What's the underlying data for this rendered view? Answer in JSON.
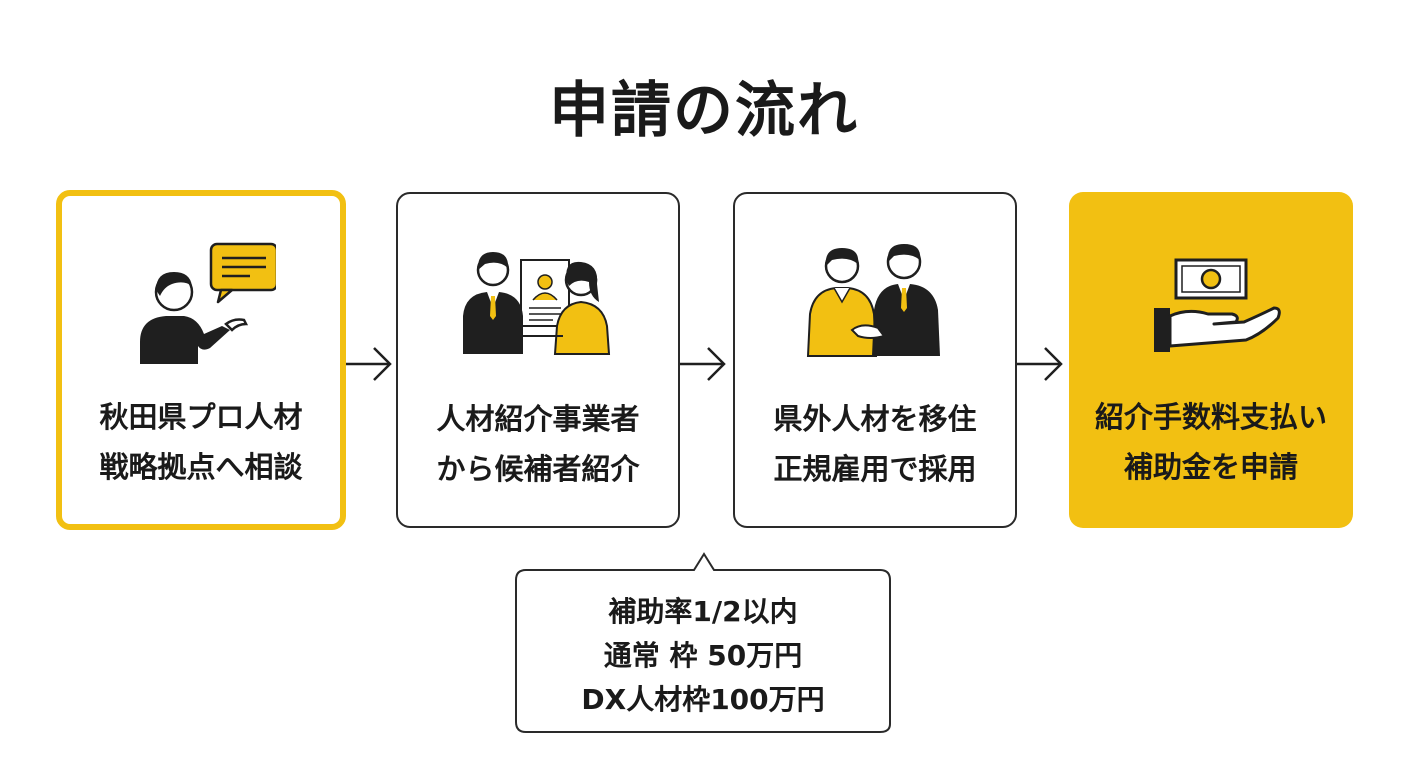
{
  "title": "申請の流れ",
  "colors": {
    "accent": "#f2c012",
    "ink": "#1f1f1f",
    "border": "#2a2a2a"
  },
  "steps": [
    {
      "icon": "person-consulting-speech-bubble-icon",
      "lines": [
        "秋田県プロ人材",
        "戦略拠点へ相談"
      ]
    },
    {
      "icon": "candidate-introduction-icon",
      "lines": [
        "人材紹介事業者",
        "から候補者紹介"
      ]
    },
    {
      "icon": "handshake-hiring-icon",
      "lines": [
        "県外人材を移住",
        "正規雇用で採用"
      ]
    },
    {
      "icon": "money-hand-icon",
      "lines": [
        "紹介手数料支払い",
        "補助金を申請"
      ]
    }
  ],
  "note": {
    "lines": [
      "補助率1/2以内",
      "通常 枠 50万円",
      "DX人材枠100万円"
    ]
  }
}
